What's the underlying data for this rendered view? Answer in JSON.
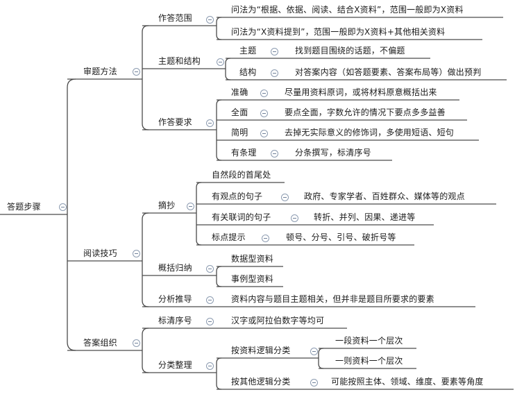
{
  "mindmap": {
    "root": "答题步骤",
    "branches": [
      {
        "label": "审题方法",
        "children": [
          {
            "label": "作答范围",
            "children": [
              {
                "label": "问法为“根据、依据、阅读、结合X资料”，范围一般即为X资料"
              },
              {
                "label": "问法为“X资料提到”，范围一般即为X资料+其他相关资料"
              }
            ]
          },
          {
            "label": "主题和结构",
            "children": [
              {
                "label": "主题",
                "detail": "找到题目围绕的话题，不偏题"
              },
              {
                "label": "结构",
                "detail": "对答案内容（如答题要素、答案布局等）做出预判"
              }
            ]
          },
          {
            "label": "作答要求",
            "children": [
              {
                "label": "准确",
                "detail": "尽量用资料原词，或将材料原意概括出来"
              },
              {
                "label": "全面",
                "detail": "要点全面，字数允许的情况下要点多多益善"
              },
              {
                "label": "简明",
                "detail": "去掉无实际意义的修饰词，多使用短语、短句"
              },
              {
                "label": "有条理",
                "detail": "分条撰写，标清序号"
              }
            ]
          }
        ]
      },
      {
        "label": "阅读技巧",
        "children": [
          {
            "label": "摘抄",
            "children": [
              {
                "label": "自然段的首尾处"
              },
              {
                "label": "有观点的句子",
                "detail": "政府、专家学者、百姓群众、媒体等的观点"
              },
              {
                "label": "有关联词的句子",
                "detail": "转折、并列、因果、递进等"
              },
              {
                "label": "标点提示",
                "detail": "顿号、分号、引号、破折号等"
              }
            ]
          },
          {
            "label": "概括归纳",
            "children": [
              {
                "label": "数据型资料"
              },
              {
                "label": "事例型资料"
              }
            ]
          },
          {
            "label": "分析推导",
            "detail": "资料内容与题目主题相关，但并非是题目所要求的要素"
          }
        ]
      },
      {
        "label": "答案组织",
        "children": [
          {
            "label": "标清序号",
            "detail": "汉字或阿拉伯数字等均可"
          },
          {
            "label": "分类整理",
            "children": [
              {
                "label": "按资料逻辑分类",
                "children": [
                  {
                    "label": "一段资料一个层次"
                  },
                  {
                    "label": "一则资料一个层次"
                  }
                ]
              },
              {
                "label": "按其他逻辑分类",
                "detail": "可能按照主体、领域、维度、要素等角度"
              }
            ]
          }
        ]
      }
    ]
  }
}
